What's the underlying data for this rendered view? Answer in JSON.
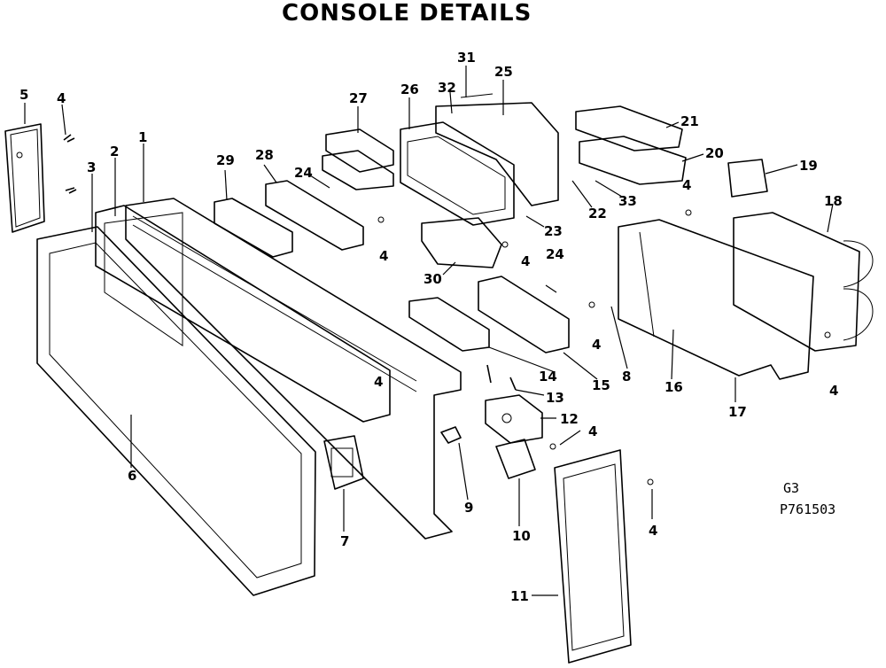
{
  "title": "CONSOLE DETAILS",
  "figure_code": "G3",
  "drawing_number": "P761503",
  "callouts": [
    {
      "id": "c1",
      "label": "1"
    },
    {
      "id": "c2",
      "label": "2"
    },
    {
      "id": "c3",
      "label": "3"
    },
    {
      "id": "c4a",
      "label": "4"
    },
    {
      "id": "c4b",
      "label": "4"
    },
    {
      "id": "c4c",
      "label": "4"
    },
    {
      "id": "c4d",
      "label": "4"
    },
    {
      "id": "c4e",
      "label": "4"
    },
    {
      "id": "c4f",
      "label": "4"
    },
    {
      "id": "c4g",
      "label": "4"
    },
    {
      "id": "c4h",
      "label": "4"
    },
    {
      "id": "c4i",
      "label": "4"
    },
    {
      "id": "c5",
      "label": "5"
    },
    {
      "id": "c6",
      "label": "6"
    },
    {
      "id": "c7",
      "label": "7"
    },
    {
      "id": "c8",
      "label": "8"
    },
    {
      "id": "c9",
      "label": "9"
    },
    {
      "id": "c10",
      "label": "10"
    },
    {
      "id": "c11",
      "label": "11"
    },
    {
      "id": "c12",
      "label": "12"
    },
    {
      "id": "c13",
      "label": "13"
    },
    {
      "id": "c14",
      "label": "14"
    },
    {
      "id": "c15",
      "label": "15"
    },
    {
      "id": "c16",
      "label": "16"
    },
    {
      "id": "c17",
      "label": "17"
    },
    {
      "id": "c18",
      "label": "18"
    },
    {
      "id": "c19",
      "label": "19"
    },
    {
      "id": "c20",
      "label": "20"
    },
    {
      "id": "c21",
      "label": "21"
    },
    {
      "id": "c22",
      "label": "22"
    },
    {
      "id": "c23",
      "label": "23"
    },
    {
      "id": "c24a",
      "label": "24"
    },
    {
      "id": "c24b",
      "label": "24"
    },
    {
      "id": "c25",
      "label": "25"
    },
    {
      "id": "c26",
      "label": "26"
    },
    {
      "id": "c27",
      "label": "27"
    },
    {
      "id": "c28",
      "label": "28"
    },
    {
      "id": "c29",
      "label": "29"
    },
    {
      "id": "c30",
      "label": "30"
    },
    {
      "id": "c31",
      "label": "31"
    },
    {
      "id": "c32",
      "label": "32"
    },
    {
      "id": "c33",
      "label": "33"
    }
  ]
}
